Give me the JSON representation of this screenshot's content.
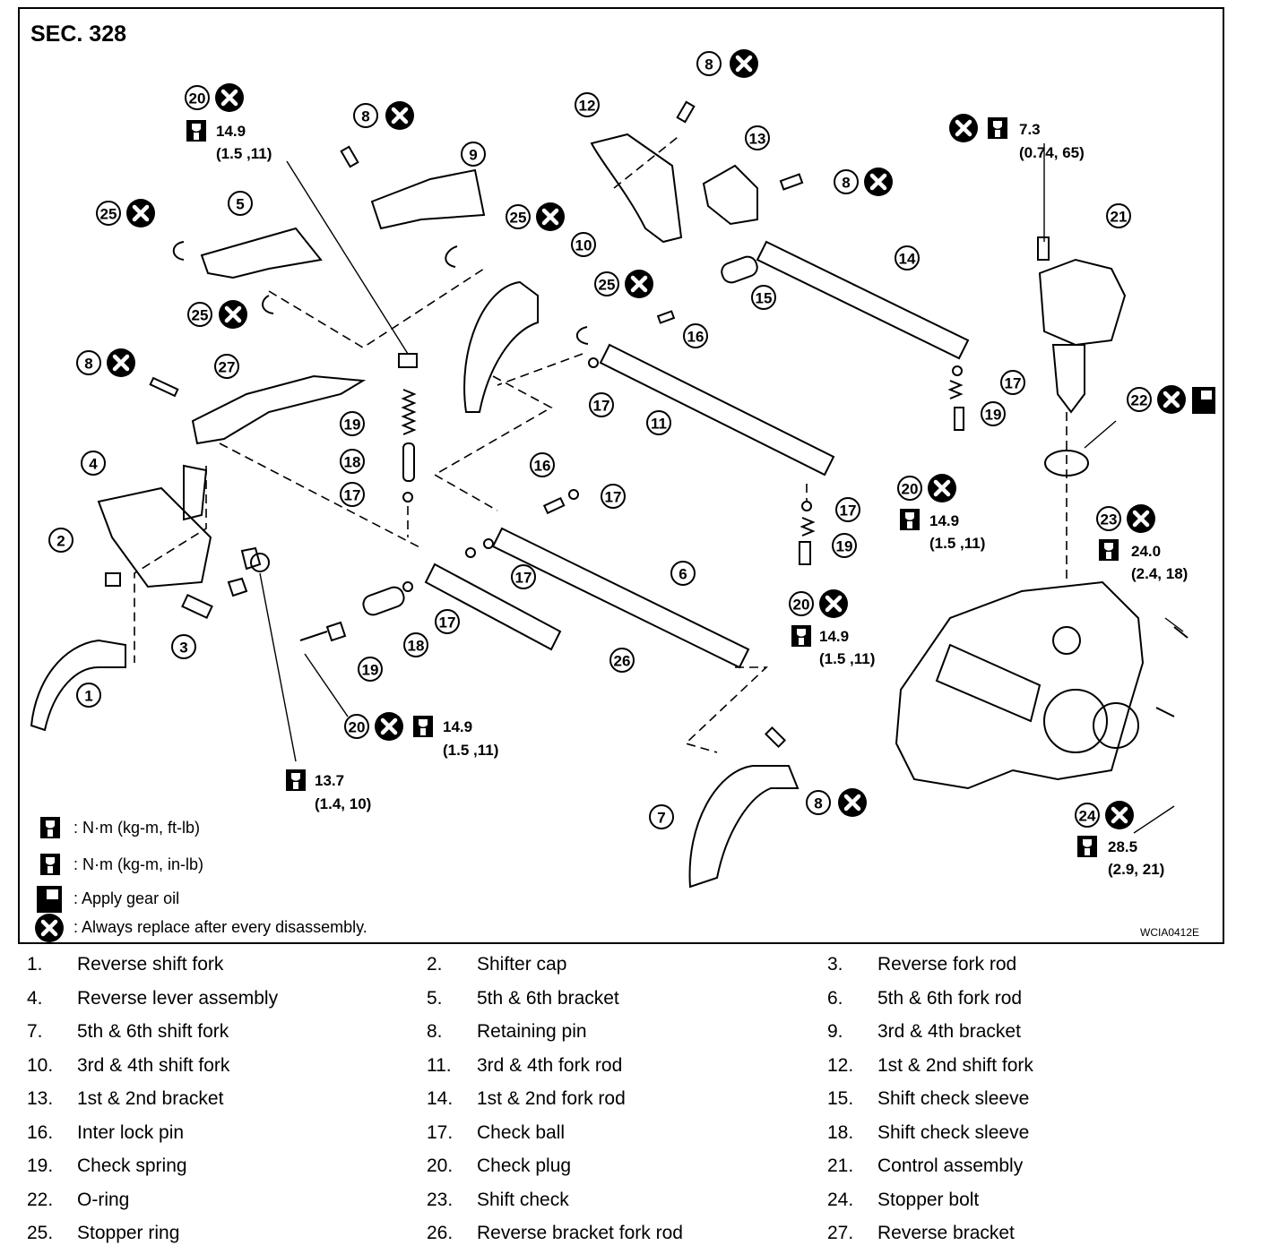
{
  "section": "SEC. 328",
  "figure_code": "WCIA0412E",
  "torques": {
    "t20a_value": "14.9",
    "t20a_unit": "(1.5 ,11)",
    "t20b_value": "14.9",
    "t20b_unit": "(1.5 ,11)",
    "t20c_value": "14.9",
    "t20c_unit": "(1.5 ,11)",
    "t20d_value": "14.9",
    "t20d_unit": "(1.5 ,11)",
    "t21_value": "7.3",
    "t21_unit": "(0.74, 65)",
    "t23_value": "24.0",
    "t23_unit": "(2.4, 18)",
    "t24_value": "28.5",
    "t24_unit": "(2.9, 21)",
    "tbolt_value": "13.7",
    "tbolt_unit": "(1.4, 10)"
  },
  "legend": [
    {
      "symbol": "torque-ftlb-icon",
      "text": ": N·m (kg-m, ft-lb)"
    },
    {
      "symbol": "torque-inlb-icon",
      "text": ": N·m (kg-m, in-lb)"
    },
    {
      "symbol": "gear-oil-icon",
      "text": ": Apply gear oil"
    },
    {
      "symbol": "replace-icon",
      "text": ": Always replace after every disassembly."
    }
  ],
  "callouts": [
    "1",
    "2",
    "3",
    "4",
    "5",
    "6",
    "7",
    "8",
    "9",
    "10",
    "11",
    "12",
    "13",
    "14",
    "15",
    "16",
    "17",
    "18",
    "19",
    "20",
    "21",
    "22",
    "23",
    "24",
    "25",
    "26",
    "27"
  ],
  "parts": [
    {
      "num": "1.",
      "name": "Reverse shift fork"
    },
    {
      "num": "2.",
      "name": "Shifter cap"
    },
    {
      "num": "3.",
      "name": "Reverse fork rod"
    },
    {
      "num": "4.",
      "name": "Reverse lever assembly"
    },
    {
      "num": "5.",
      "name": "5th & 6th bracket"
    },
    {
      "num": "6.",
      "name": "5th & 6th fork rod"
    },
    {
      "num": "7.",
      "name": "5th & 6th shift fork"
    },
    {
      "num": "8.",
      "name": "Retaining pin"
    },
    {
      "num": "9.",
      "name": "3rd & 4th bracket"
    },
    {
      "num": "10.",
      "name": "3rd & 4th shift fork"
    },
    {
      "num": "11.",
      "name": "3rd & 4th fork rod"
    },
    {
      "num": "12.",
      "name": "1st & 2nd shift fork"
    },
    {
      "num": "13.",
      "name": "1st & 2nd bracket"
    },
    {
      "num": "14.",
      "name": "1st & 2nd fork rod"
    },
    {
      "num": "15.",
      "name": "Shift check sleeve"
    },
    {
      "num": "16.",
      "name": "Inter lock pin"
    },
    {
      "num": "17.",
      "name": "Check ball"
    },
    {
      "num": "18.",
      "name": "Shift check sleeve"
    },
    {
      "num": "19.",
      "name": "Check spring"
    },
    {
      "num": "20.",
      "name": "Check plug"
    },
    {
      "num": "21.",
      "name": "Control assembly"
    },
    {
      "num": "22.",
      "name": "O-ring"
    },
    {
      "num": "23.",
      "name": "Shift check"
    },
    {
      "num": "24.",
      "name": "Stopper bolt"
    },
    {
      "num": "25.",
      "name": "Stopper ring"
    },
    {
      "num": "26.",
      "name": "Reverse bracket fork rod"
    },
    {
      "num": "27.",
      "name": "Reverse bracket"
    }
  ]
}
